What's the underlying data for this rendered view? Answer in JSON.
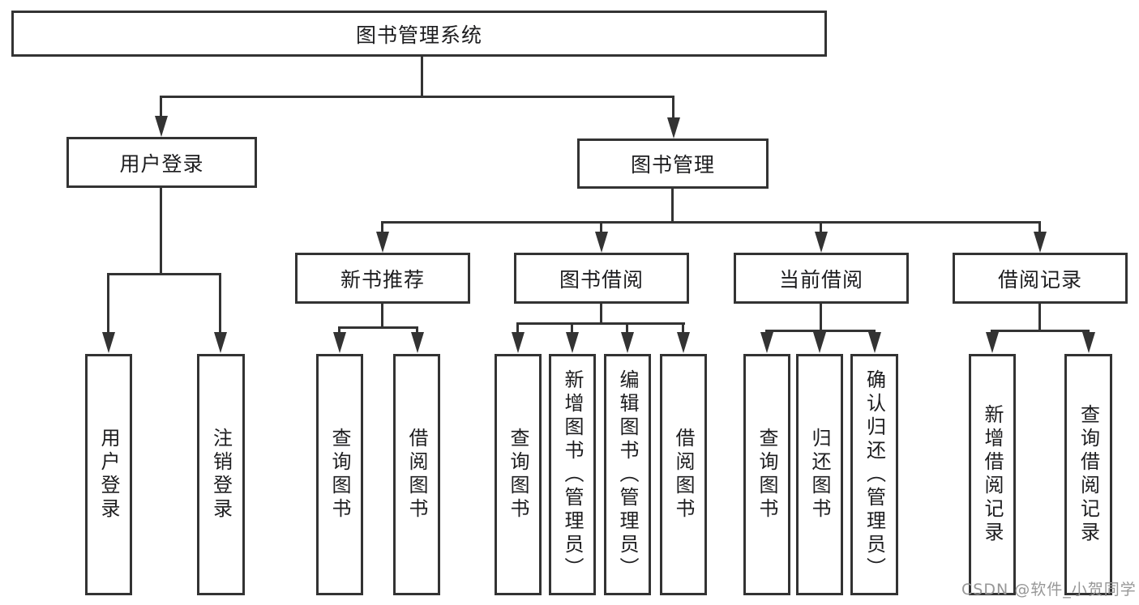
{
  "diagram": {
    "type": "hierarchy-tree",
    "title": "图书管理系统"
  },
  "nodes": [
    {
      "id": "root",
      "label": "图书管理系统",
      "level": 1
    },
    {
      "id": "user-login-group",
      "label": "用户登录",
      "level": 2
    },
    {
      "id": "book-mgmt",
      "label": "图书管理",
      "level": 2
    },
    {
      "id": "user-login",
      "label": "用户登录",
      "level": 3
    },
    {
      "id": "logout",
      "label": "注销登录",
      "level": 3
    },
    {
      "id": "new-book-rec",
      "label": "新书推荐",
      "level": 3
    },
    {
      "id": "book-borrow",
      "label": "图书借阅",
      "level": 3
    },
    {
      "id": "current-borrow",
      "label": "当前借阅",
      "level": 3
    },
    {
      "id": "borrow-records",
      "label": "借阅记录",
      "level": 3
    },
    {
      "id": "query-books-1",
      "label": "查询图书",
      "level": 4
    },
    {
      "id": "borrow-books-1",
      "label": "借阅图书",
      "level": 4
    },
    {
      "id": "query-books-2",
      "label": "查询图书",
      "level": 4
    },
    {
      "id": "add-books",
      "label": "新增图书（管理员）",
      "level": 4
    },
    {
      "id": "edit-books",
      "label": "编辑图书（管理员）",
      "level": 4
    },
    {
      "id": "borrow-books-2",
      "label": "借阅图书",
      "level": 4
    },
    {
      "id": "query-books-3",
      "label": "查询图书",
      "level": 4
    },
    {
      "id": "return-books",
      "label": "归还图书",
      "level": 4
    },
    {
      "id": "confirm-return",
      "label": "确认归还（管理员）",
      "level": 4
    },
    {
      "id": "add-borrow-record",
      "label": "新增借阅记录",
      "level": 4
    },
    {
      "id": "query-borrow-record",
      "label": "查询借阅记录",
      "level": 4
    }
  ],
  "hierarchy": {
    "root": [
      "user-login-group",
      "book-mgmt"
    ],
    "user-login-group": [
      "user-login",
      "logout"
    ],
    "book-mgmt": [
      "new-book-rec",
      "book-borrow",
      "current-borrow",
      "borrow-records"
    ],
    "new-book-rec": [
      "query-books-1",
      "borrow-books-1"
    ],
    "book-borrow": [
      "query-books-2",
      "add-books",
      "edit-books",
      "borrow-books-2"
    ],
    "current-borrow": [
      "query-books-3",
      "return-books",
      "confirm-return"
    ],
    "borrow-records": [
      "add-borrow-record",
      "query-borrow-record"
    ]
  },
  "watermark": {
    "text": "CSDN @软件_小贺同学"
  },
  "colors": {
    "line": "#333333",
    "box_background": "#ffffff",
    "text": "#1d1d1f",
    "background": "#ffffff",
    "watermark": "#979797"
  }
}
